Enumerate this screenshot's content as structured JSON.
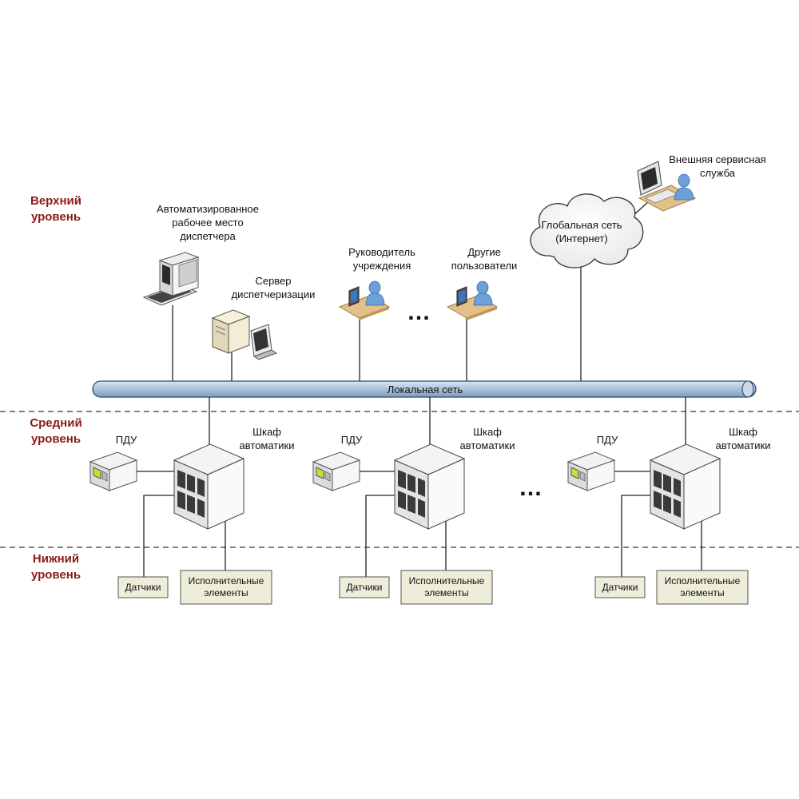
{
  "levels": {
    "upper": [
      "Верхний",
      "уровень"
    ],
    "middle": [
      "Средний",
      "уровень"
    ],
    "lower": [
      "Нижний",
      "уровень"
    ]
  },
  "upper_nodes": {
    "workstation": [
      "Автоматизированное",
      "рабочее место",
      "диспетчера"
    ],
    "server": [
      "Сервер",
      "диспетчеризации"
    ],
    "manager": [
      "Руководитель",
      "учреждения"
    ],
    "other_users": [
      "Другие",
      "пользователи"
    ],
    "internet": [
      "Глобальная сеть",
      "(Интернет)"
    ],
    "service": [
      "Внешняя сервисная",
      "служба"
    ],
    "ellipsis": "…"
  },
  "lan": {
    "label": "Локальная сеть"
  },
  "groups": [
    {
      "pdu": "ПДУ",
      "cabinet": [
        "Шкаф",
        "автоматики"
      ],
      "sensors": "Датчики",
      "actuators": [
        "Исполнительные",
        "элементы"
      ]
    },
    {
      "pdu": "ПДУ",
      "cabinet": [
        "Шкаф",
        "автоматики"
      ],
      "sensors": "Датчики",
      "actuators": [
        "Исполнительные",
        "элементы"
      ]
    },
    {
      "pdu": "ПДУ",
      "cabinet": [
        "Шкаф",
        "автоматики"
      ],
      "sensors": "Датчики",
      "actuators": [
        "Исполнительные",
        "элементы"
      ]
    }
  ],
  "middle_ellipsis": "…",
  "colors": {
    "level_text": "#8b1a1a",
    "lan_fill": "#a9c2dc",
    "box_fill": "#ededd9"
  }
}
